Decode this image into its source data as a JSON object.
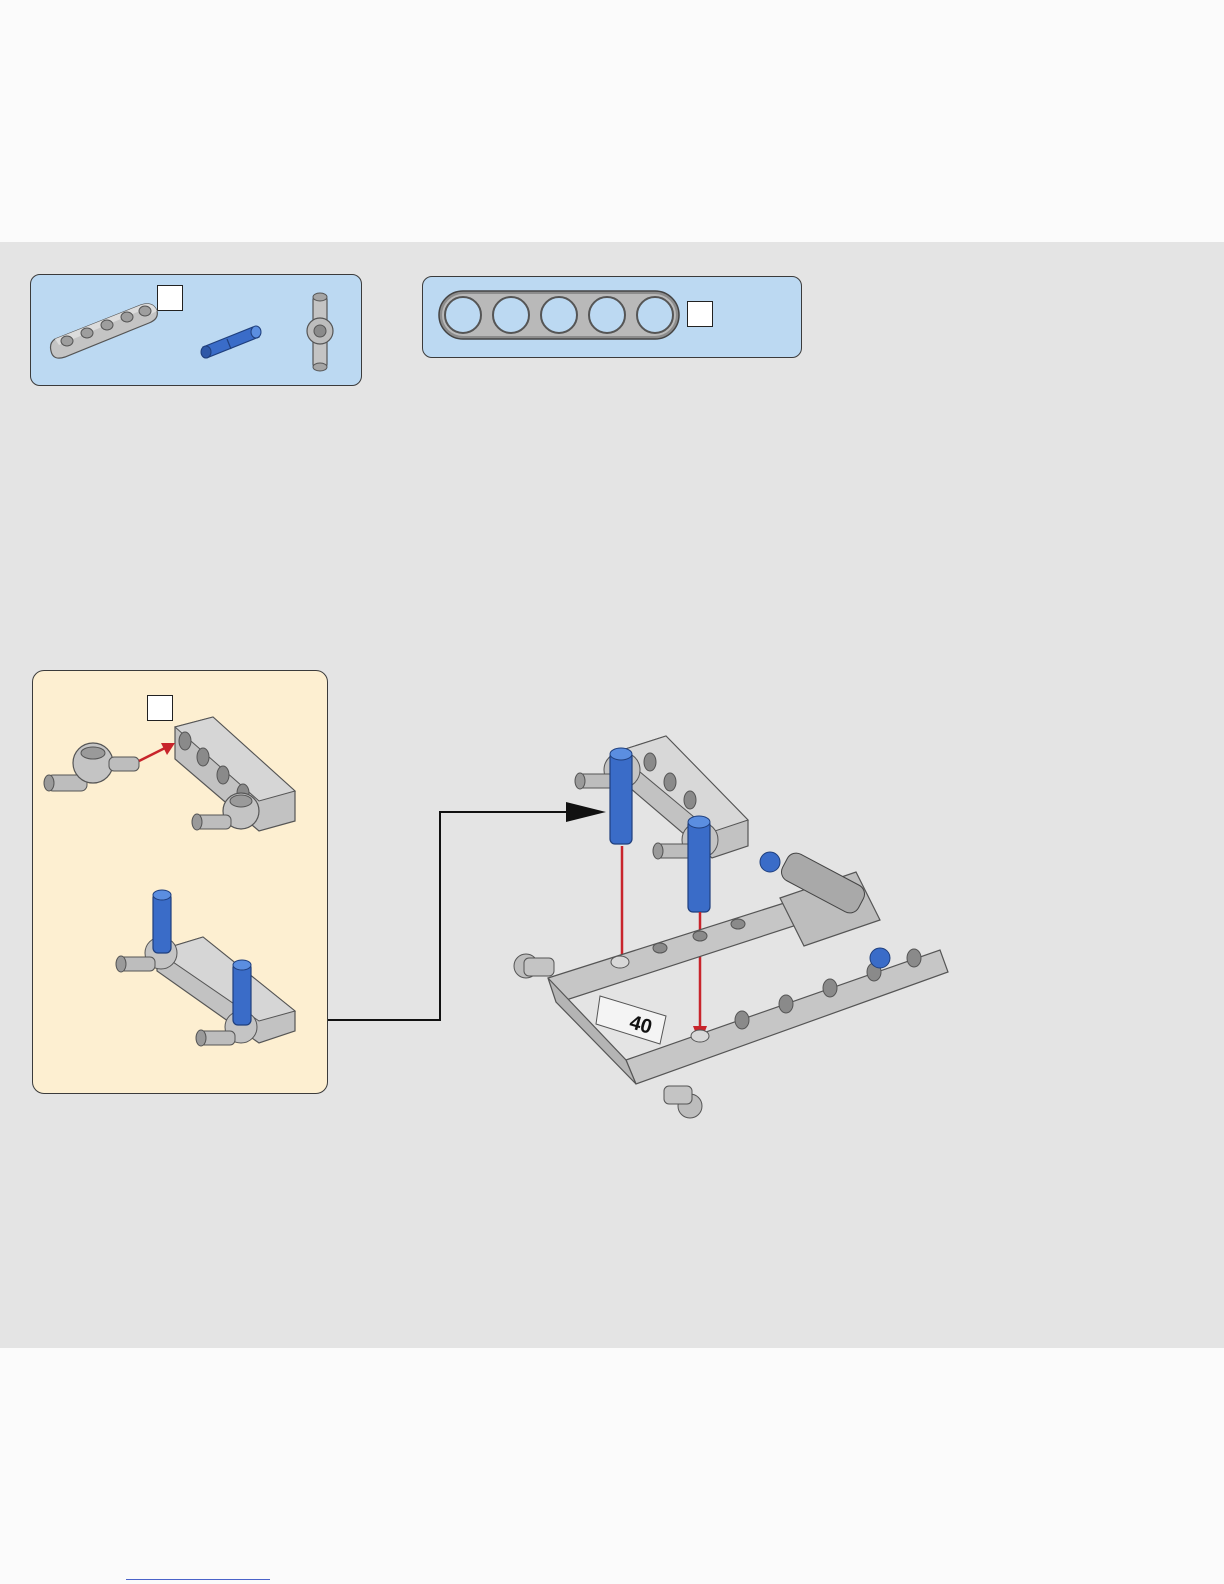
{
  "page": {
    "background": "#e4e4e4",
    "colors": {
      "callout_parts": "#bcd9f2",
      "callout_substep": "#fdefd1",
      "beam_gray": "#c2c2c2",
      "pin_blue": "#3a6cc8",
      "arrow_red": "#c8242b"
    }
  },
  "parts_list_left": {
    "items": [
      {
        "icon": "liftarm-5-icon",
        "color": "light-gray"
      },
      {
        "icon": "axle-pin-icon",
        "color": "blue"
      },
      {
        "icon": "pin-connector-icon",
        "color": "light-gray"
      }
    ],
    "quantity_label": ""
  },
  "parts_list_right": {
    "items": [
      {
        "icon": "liftarm-5-scale-icon",
        "holes": 5
      }
    ],
    "quantity_label": ""
  },
  "sub_step": {
    "quantity_label": ""
  },
  "main_step": {
    "frame_tile_text": "40"
  }
}
